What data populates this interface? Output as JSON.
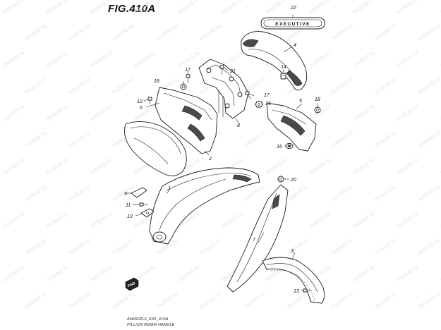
{
  "figure": {
    "title": "FIG.410A",
    "caption_line1": "AN650ZL6_E02_410A",
    "caption_line2": "PILLION RIDER HANDLE"
  },
  "badge": {
    "text": "EXECUTIVE"
  },
  "fwd_marker": {
    "text": "FWD"
  },
  "watermark": {
    "text": "motod.ru"
  },
  "part_labels": [
    "22",
    "4",
    "14",
    "21",
    "17",
    "18",
    "12",
    "6",
    "17",
    "15",
    "5",
    "18",
    "8",
    "2",
    "16",
    "20",
    "9",
    "1",
    "11",
    "10",
    "7",
    "3",
    "13"
  ]
}
